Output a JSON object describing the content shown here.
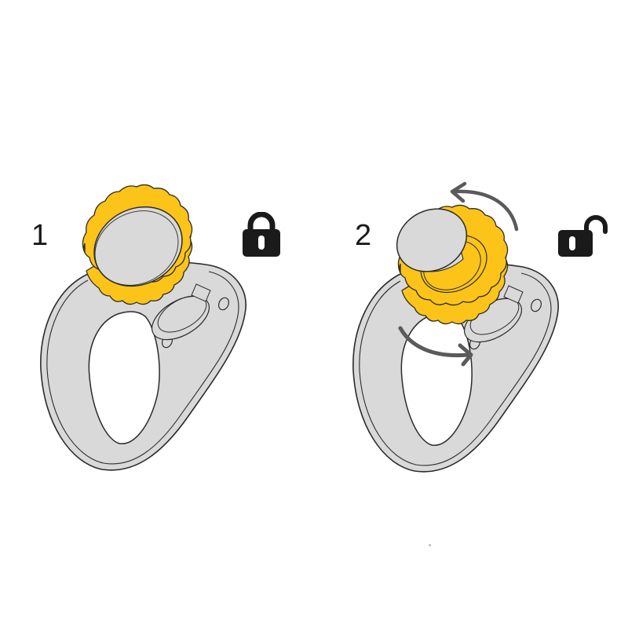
{
  "diagram": {
    "description": "Two-step instructional illustration of a climbing hanger with a yellow knurled locking knob",
    "colors": {
      "background": "#ffffff",
      "plate_fill": "#d9d9d9",
      "knob_fill": "#fcc419",
      "knob_cap_fill": "#d9d9d9",
      "outline": "#2b2b2b",
      "arrow": "#5a5a5a",
      "icon": "#1a1a1a"
    },
    "steps": [
      {
        "number": "1",
        "state": "locked",
        "icon": "lock-closed-icon",
        "knob_position": "screwed-down"
      },
      {
        "number": "2",
        "state": "unlocked",
        "icon": "lock-open-icon",
        "knob_position": "unscrewed-raised",
        "arrows": [
          "counterclockwise-top-arrow",
          "counterclockwise-bottom-arrow"
        ]
      }
    ]
  }
}
